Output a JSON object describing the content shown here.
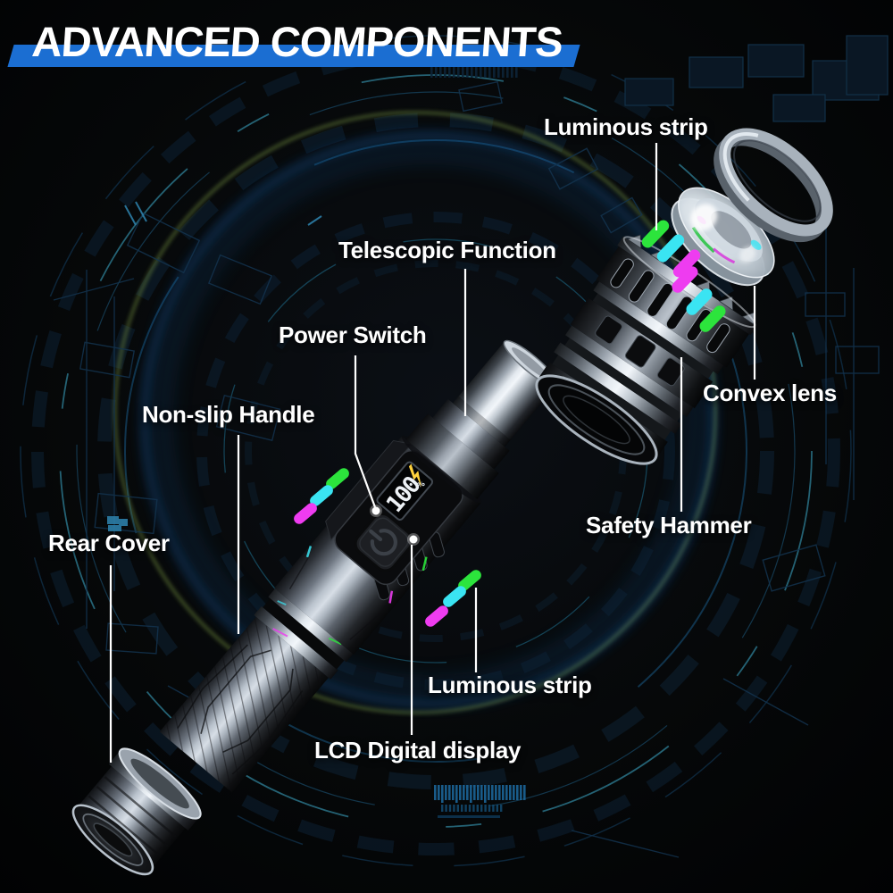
{
  "banner": {
    "title": "ADVANCED COMPONENTS",
    "band_color": "#1b6ed2",
    "text_color": "#ffffff"
  },
  "callouts": [
    {
      "id": "luminous-strip-top",
      "label": "Luminous strip"
    },
    {
      "id": "telescopic-function",
      "label": "Telescopic Function"
    },
    {
      "id": "power-switch",
      "label": "Power Switch"
    },
    {
      "id": "non-slip-handle",
      "label": "Non-slip Handle"
    },
    {
      "id": "rear-cover",
      "label": "Rear Cover"
    },
    {
      "id": "convex-lens",
      "label": "Convex lens"
    },
    {
      "id": "safety-hammer",
      "label": "Safety Hammer"
    },
    {
      "id": "luminous-strip-bottom",
      "label": "Luminous strip"
    },
    {
      "id": "lcd-digital-display",
      "label": "LCD Digital display"
    }
  ],
  "lcd": {
    "value": "100",
    "unit": "%",
    "bolt_icon": "lightning-bolt-icon",
    "bolt_color": "#ffd23e"
  },
  "luminous_strip_colors": {
    "green": "#2ce43c",
    "cyan": "#3ae4f2",
    "magenta": "#ee3cf0"
  },
  "palette": {
    "hud_teal": "#2a7287",
    "hud_olive": "#6f8b3e",
    "hud_glow_blue": "#1d66b4",
    "circuit_navy": "#14334e",
    "callout_line": "#ffffff"
  }
}
